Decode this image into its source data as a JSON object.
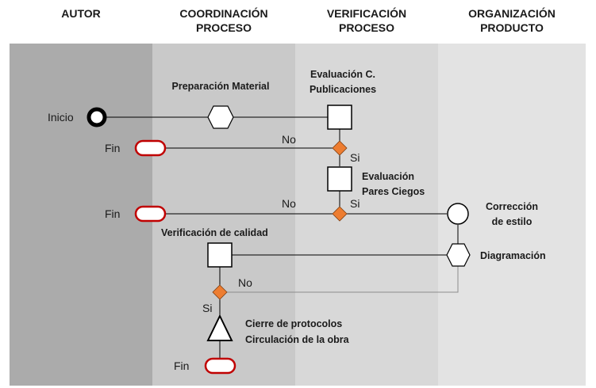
{
  "lanes": [
    {
      "line1": "AUTOR",
      "line2": ""
    },
    {
      "line1": "COORDINACIÓN",
      "line2": "PROCESO"
    },
    {
      "line1": "VERIFICACIÓN",
      "line2": "PROCESO"
    },
    {
      "line1": "ORGANIZACIÓN",
      "line2": "PRODUCTO"
    }
  ],
  "nodes": {
    "inicio": "Inicio",
    "fin": "Fin",
    "preparacion": "Preparación Material",
    "eval_pub_1": "Evaluación C.",
    "eval_pub_2": "Publicaciones",
    "eval_pares_1": "Evaluación",
    "eval_pares_2": "Pares Ciegos",
    "correccion_1": "Corrección",
    "correccion_2": "de estilo",
    "diagramacion": "Diagramación",
    "verificacion": "Verificación de calidad",
    "cierre_1": "Cierre de protocolos",
    "cierre_2": "Circulación de la obra"
  },
  "edges": {
    "no": "No",
    "si": "Si"
  },
  "colors": {
    "lane_autor": "#ababab",
    "lane_coord": "#c9c9c9",
    "lane_verif": "#d8d8d8",
    "lane_org": "#e3e3e3",
    "decision": "#ed7d31",
    "terminal": "#c00000"
  }
}
